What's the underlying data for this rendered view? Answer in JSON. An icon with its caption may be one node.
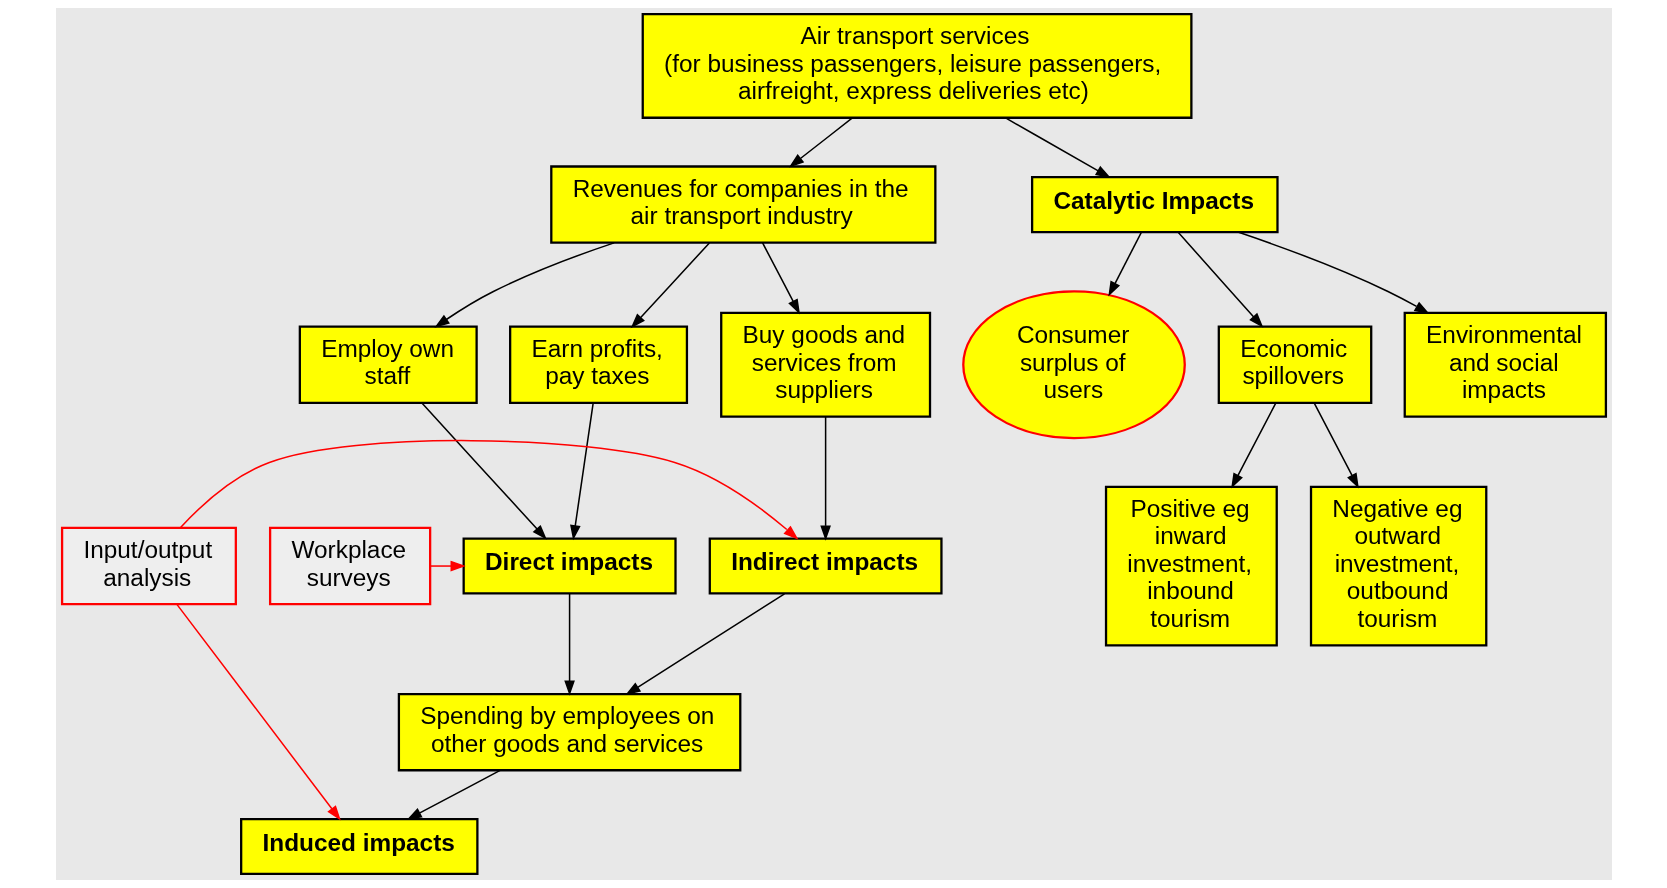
{
  "diagram": {
    "nodes": [
      {
        "text": [
          "Air transport services",
          "(for business passengers, leisure passengers, airfreight, express deliveries etc)"
        ]
      },
      {
        "text": [
          "Revenues for companies in the air transport industry"
        ]
      },
      {
        "text": [
          "Catalytic Impacts"
        ]
      },
      {
        "text": [
          "Employ own staff"
        ]
      },
      {
        "text": [
          "Earn profits, pay taxes"
        ]
      },
      {
        "text": [
          "Buy goods and services from suppliers"
        ]
      },
      {
        "text": [
          "Consumer surplus of users"
        ]
      },
      {
        "text": [
          "Economic spillovers"
        ]
      },
      {
        "text": [
          "Environmental and social impacts"
        ]
      },
      {
        "text": [
          "Direct impacts"
        ]
      },
      {
        "text": [
          "Indirect impacts"
        ]
      },
      {
        "text": [
          "Positive eg inward investment, inbound tourism"
        ]
      },
      {
        "text": [
          "Negative eg outward investment, outbound tourism"
        ]
      },
      {
        "text": [
          "Workplace surveys"
        ]
      },
      {
        "text": [
          "Spending by employees on other goods and services"
        ]
      },
      {
        "text": [
          "Input/output analysis"
        ]
      },
      {
        "text": [
          "Induced impacts"
        ]
      }
    ],
    "edges": [
      {
        "from": 0,
        "to": 1,
        "arrow": "to"
      },
      {
        "from": 0,
        "to": 2,
        "arrow": "to"
      },
      {
        "from": 1,
        "to": 3,
        "arrow": "to"
      },
      {
        "from": 1,
        "to": 4,
        "arrow": "to"
      },
      {
        "from": 1,
        "to": 5,
        "arrow": "to"
      },
      {
        "from": 2,
        "to": 6,
        "arrow": "to"
      },
      {
        "from": 2,
        "to": 7,
        "arrow": "to"
      },
      {
        "from": 2,
        "to": 8,
        "arrow": "to"
      },
      {
        "from": 3,
        "to": 9,
        "arrow": "to"
      },
      {
        "from": 4,
        "to": 9,
        "arrow": "to"
      },
      {
        "from": 5,
        "to": 10,
        "arrow": "to"
      },
      {
        "from": 7,
        "to": 11,
        "arrow": "to"
      },
      {
        "from": 7,
        "to": 12,
        "arrow": "to"
      },
      {
        "from": 9,
        "to": 14,
        "arrow": "to"
      },
      {
        "from": 10,
        "to": 14,
        "arrow": "to"
      },
      {
        "from": 14,
        "to": 16,
        "arrow": "to"
      },
      {
        "from": 13,
        "to": 9,
        "arrow": "to",
        "color": "#ff0000"
      },
      {
        "from": 15,
        "to": 10,
        "arrow": "to",
        "color": "#ff0000"
      },
      {
        "from": 15,
        "to": 16,
        "arrow": "to",
        "color": "#ff0000"
      }
    ]
  }
}
